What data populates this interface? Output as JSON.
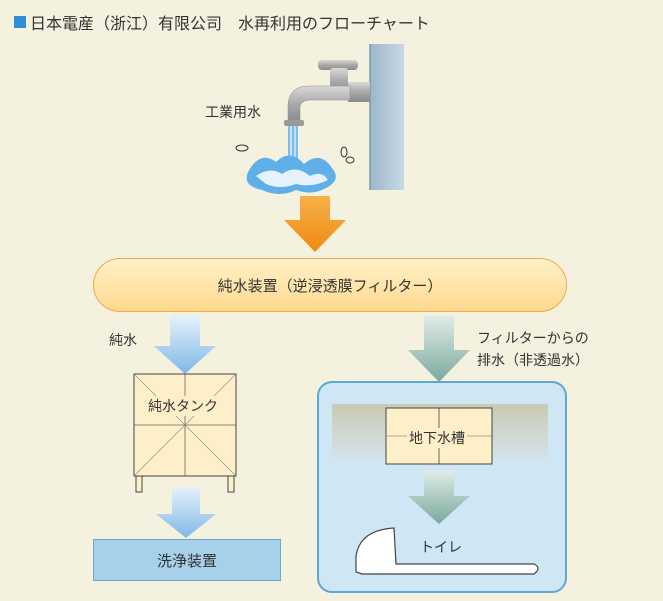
{
  "title": "日本電産（浙江）有限公司　水再利用のフローチャート",
  "labels": {
    "industrial_water": "工業用水",
    "main_device": "純水装置（逆浸透膜フィルター）",
    "pure_water": "純水",
    "filter_drain_line1": "フィルターからの",
    "filter_drain_line2": "排水（非透過水）",
    "pure_tank": "純水タンク",
    "underground_tank": "地下水槽",
    "wash_device": "洗浄装置",
    "toilet": "トイレ"
  },
  "colors": {
    "background": "#f4f1df",
    "title_square": "#2f8fd6",
    "orange_arrow": "#f39a1e",
    "blue_arrow": "#8fc3ea",
    "green_arrow": "#7fb2a6",
    "main_box": "#ffd98e",
    "tank": "#fdf0c8",
    "wash_box": "#a7d0ea",
    "underground_panel": "#cfe6f4"
  }
}
